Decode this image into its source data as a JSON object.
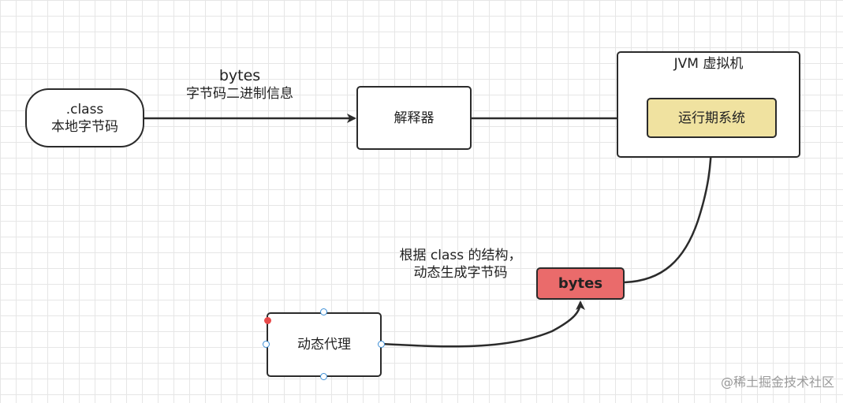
{
  "nodes": {
    "class_file": {
      "title": ".class",
      "subtitle": "本地字节码"
    },
    "interpreter": {
      "label": "解释器"
    },
    "jvm": {
      "title": "JVM 虚拟机"
    },
    "runtime": {
      "label": "运行期系统"
    },
    "proxy": {
      "label": "动态代理"
    },
    "bytes_node": {
      "label": "bytes"
    }
  },
  "edge_labels": {
    "bytes_title": "bytes",
    "bytes_desc": "字节码二进制信息",
    "dynamic_line1": "根据 class 的结构，",
    "dynamic_line2": "动态生成字节码"
  },
  "colors": {
    "runtime_fill": "#f0e2a0",
    "bytes_fill": "#ea6b6b",
    "handle_stroke": "#3d8fd6",
    "handle_dot": "#e84a4a",
    "grid": "#e6e6e6"
  },
  "watermark": "@稀土掘金技术社区"
}
